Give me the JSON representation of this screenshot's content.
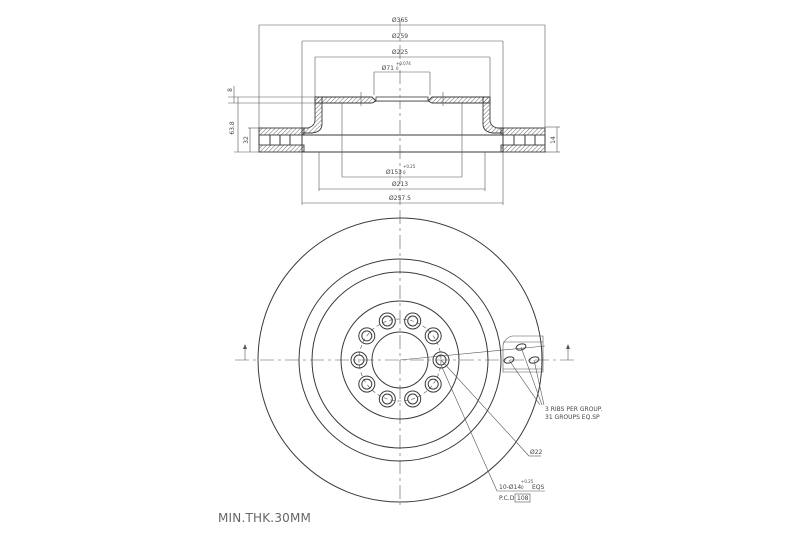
{
  "drawing": {
    "type": "brake disc technical drawing",
    "section_view": {
      "dimensions": {
        "outer_diameter": "Ø365",
        "hat_outer_diameter": "Ø259",
        "hat_inner_diameter": "Ø225",
        "center_bore": "Ø71",
        "center_bore_tol_upper": "+0.074",
        "center_bore_tol_lower": "0",
        "hat_height": "8",
        "overall_height": "63.8",
        "disc_thickness": "32",
        "vent_gap": "14",
        "inner_bore_bottom": "Ø153",
        "inner_bore_tol_upper": "+0.25",
        "inner_bore_tol_lower": "0",
        "friction_inner_diameter": "Ø213",
        "vane_inner_diameter": "Ø257.5"
      }
    },
    "plan_view": {
      "ribs_note_line1": "3 RIBS PER GROUP.",
      "ribs_note_line2": "31 GROUPS EQ.SP",
      "pin_hole": "Ø22",
      "bolt_holes": "10-Ø14",
      "bolt_holes_tol_upper": "+0.25",
      "bolt_holes_tol_lower": "0",
      "bolt_holes_suffix": "EQS",
      "pcd_label": "P.C.D",
      "pcd_value": "108",
      "bolt_hole_count": 10
    },
    "note": "MIN.THK.30MM"
  }
}
